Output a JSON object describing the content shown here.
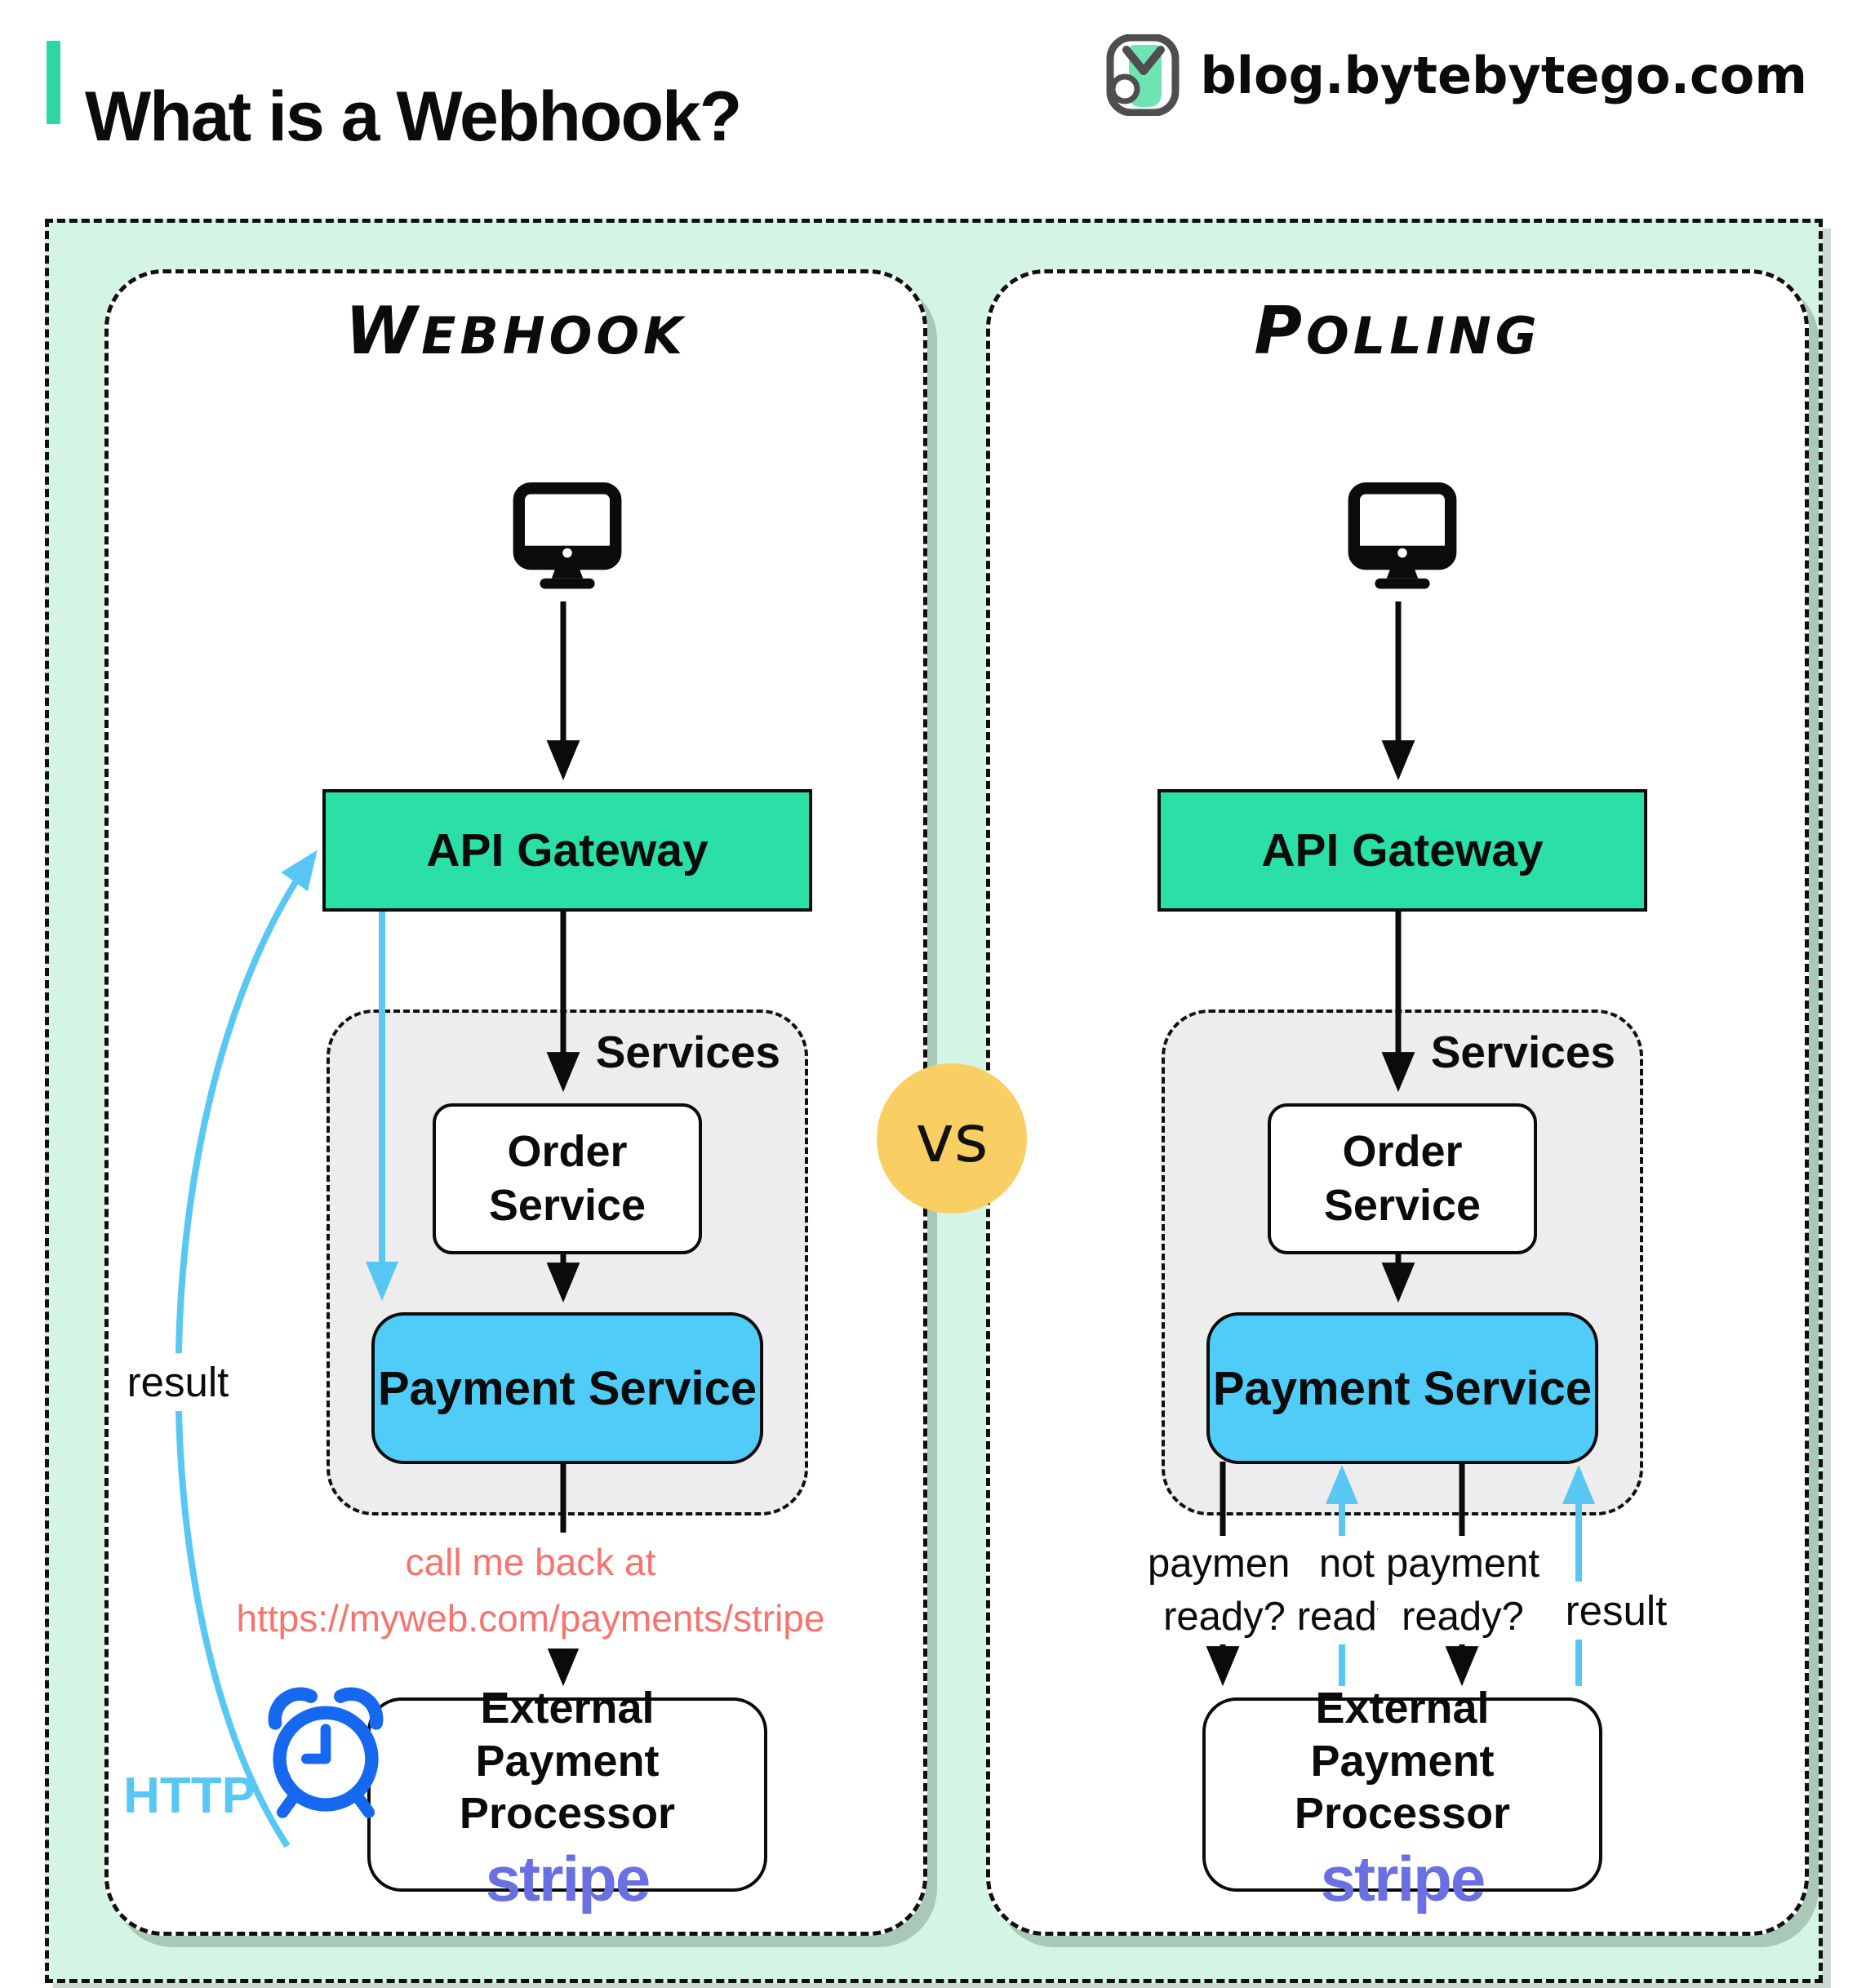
{
  "header": {
    "title": "What is a Webhook?",
    "site": "blog.bytebytego.com"
  },
  "vs": "vs",
  "panels": {
    "webhook": {
      "title": "Webhook",
      "api_gateway": "API Gateway",
      "services": "Services",
      "order_line1": "Order",
      "order_line2": "Service",
      "payment": "Payment Service",
      "external_line1": "External",
      "external_line2": "Payment Processor",
      "brand": "stripe",
      "labels": {
        "result": "result",
        "http": "HTTP",
        "callback_line1": "call me back at",
        "callback_line2": "https://myweb.com/payments/stripe"
      }
    },
    "polling": {
      "title": "Polling",
      "api_gateway": "API Gateway",
      "services": "Services",
      "order_line1": "Order",
      "order_line2": "Service",
      "payment": "Payment Service",
      "external_line1": "External",
      "external_line2": "Payment Processor",
      "brand": "stripe",
      "labels": {
        "ask1_line1": "payment",
        "ask1_line2": "ready?",
        "reply1_line1": "not",
        "reply1_line2": "ready",
        "ask2_line1": "payment",
        "ask2_line2": "ready?",
        "result": "result"
      }
    }
  },
  "colors": {
    "accent_teal": "#2fd6a4",
    "mint_background": "#d4f5e4",
    "api_gateway_fill": "#2be0a6",
    "payment_service_fill": "#4fccf7",
    "arrow_blue": "#58c7f4",
    "clock_blue": "#1668f0",
    "vs_circle_fill": "#f9cf63",
    "callback_text": "#f8736e",
    "stripe_purple": "#6a70e2",
    "services_fill": "#ededed"
  }
}
